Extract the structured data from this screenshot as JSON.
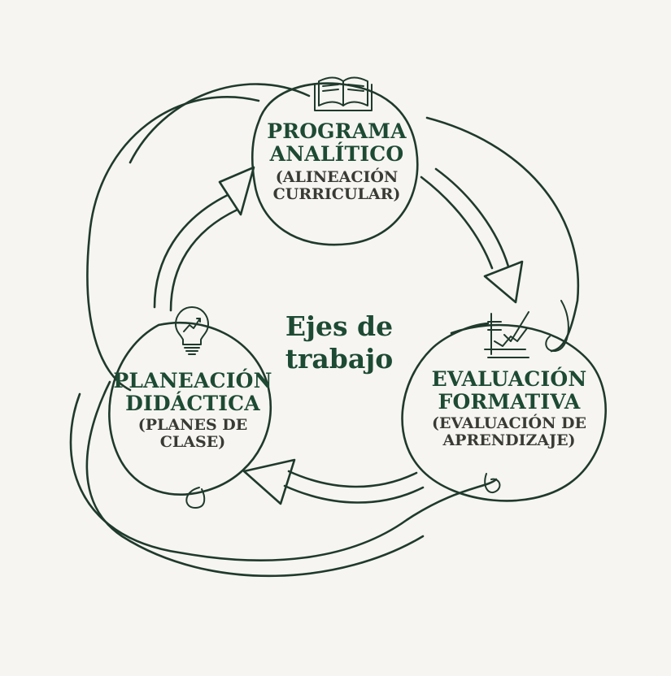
{
  "center": {
    "line1": "Ejes de",
    "line2": "trabajo"
  },
  "nodes": {
    "programa": {
      "title1": "PROGRAMA",
      "title2": "ANALÍTICO",
      "sub1": "(ALINEACIÓN",
      "sub2": "CURRICULAR)",
      "icon": "open-book-icon"
    },
    "evaluacion": {
      "title1": "EVALUACIÓN",
      "title2": "FORMATIVA",
      "sub1": "(EVALUACIÓN DE",
      "sub2": "APRENDIZAJE)",
      "icon": "checklist-chart-icon"
    },
    "planeacion": {
      "title1": "PLANEACIÓN",
      "title2": "DIDÁCTICA",
      "sub1": "(PLANES DE",
      "sub2": "CLASE)",
      "icon": "lightbulb-icon"
    }
  },
  "colors": {
    "ink": "#1f3a2c",
    "title_green": "#1d4a33",
    "subtitle_gray": "#3a3a35",
    "background": "#f6f5f1"
  }
}
